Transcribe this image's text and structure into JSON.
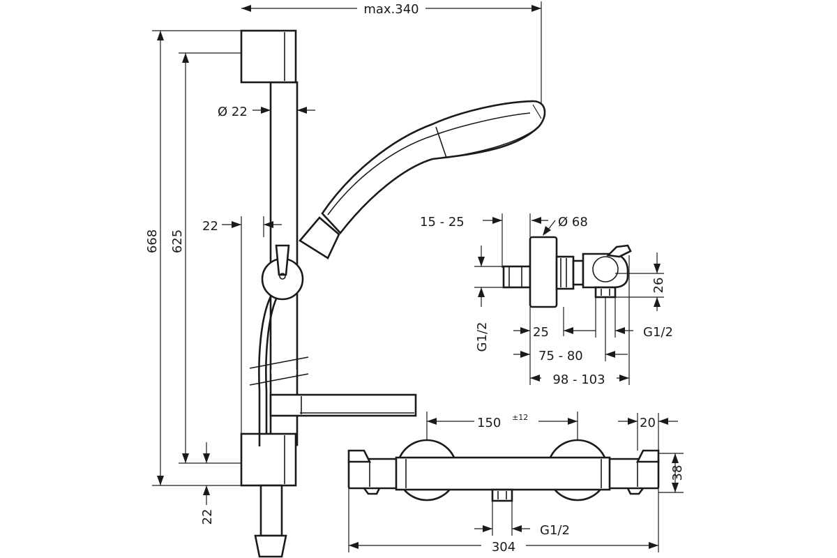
{
  "drawing": {
    "shower_set": {
      "max_width": "max.340",
      "overall_height": "668",
      "hole_spacing": "625",
      "rail_diameter": "Ø 22",
      "wall_offset": "22",
      "bottom_offset": "22"
    },
    "mixer_side_view": {
      "connection_depth": "15 - 25",
      "escutcheon_diameter": "Ø 68",
      "thread_left": "G1/2",
      "height_26": "26",
      "thread_right": "G1/2",
      "depth_25": "25",
      "depth_75_80": "75 - 80",
      "depth_98_103": "98 - 103"
    },
    "mixer_front_view": {
      "center_distance": "150",
      "center_tolerance": "±12",
      "cap_width": "20",
      "body_height": "38",
      "outlet_thread": "G1/2",
      "overall_width": "304"
    }
  }
}
